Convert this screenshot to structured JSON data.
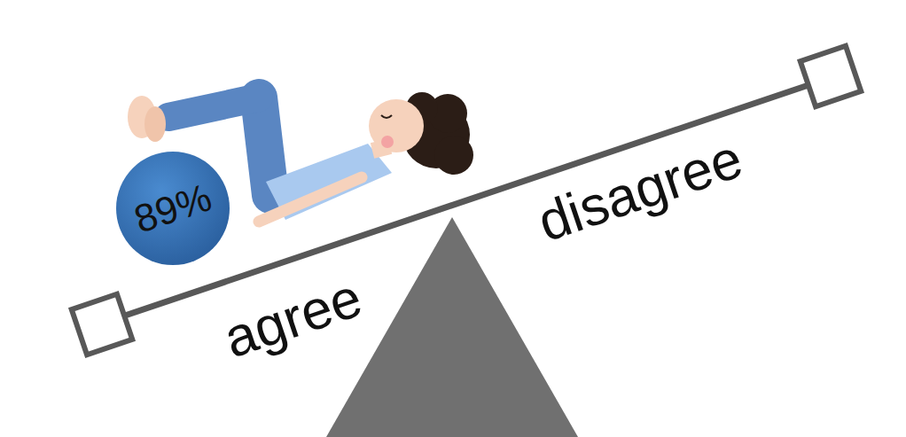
{
  "diagram": {
    "nodes": [
      {
        "text": [
          "89%"
        ]
      }
    ],
    "labels": [
      "agree",
      "disagree"
    ]
  }
}
